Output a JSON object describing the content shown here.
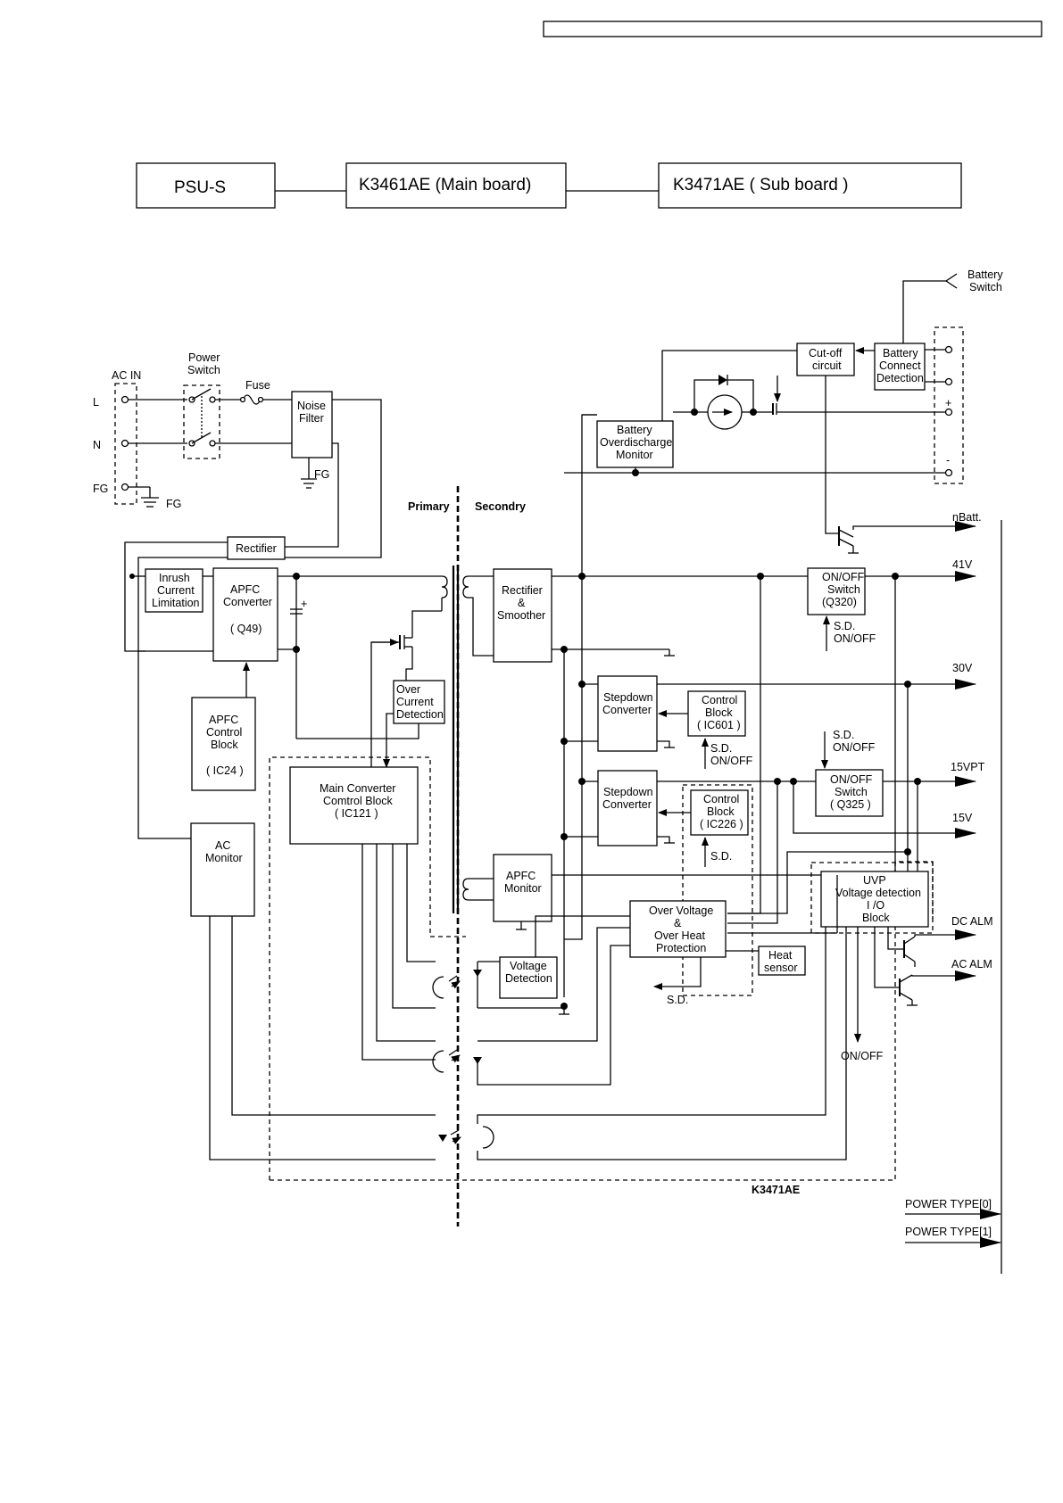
{
  "header": {
    "top_bar_text": "",
    "board_psu": "PSU-S",
    "board_main": "K3461AE (Main board)",
    "board_sub": "K3471AE ( Sub board )"
  },
  "labels": {
    "ac_in": "AC IN",
    "l": "L",
    "n": "N",
    "fg": "FG",
    "fg_ground": "FG",
    "fg_filter": "FG",
    "power_switch": [
      "Power",
      "Switch"
    ],
    "fuse": "Fuse",
    "noise_filter": [
      "Noise",
      "Filter"
    ],
    "rectifier_primary": "Rectifier",
    "inrush": [
      "Inrush",
      "Current",
      "Limitation"
    ],
    "apfc_converter": [
      "APFC",
      "Converter",
      "",
      "( Q49)"
    ],
    "apfc_control": [
      "APFC",
      "Control",
      "Block",
      "",
      "( IC24 )"
    ],
    "ac_monitor": [
      "AC",
      "Monitor"
    ],
    "over_current": [
      "Over",
      "Current",
      "Detection"
    ],
    "main_converter": [
      "Main Converter",
      "Comtrol Block",
      "( IC121 )"
    ],
    "primary": "Primary",
    "secondary": "Secondry",
    "rectifier_smoother": [
      "Rectifier",
      "&",
      "Smoother"
    ],
    "apfc_monitor": [
      "APFC",
      "Monitor"
    ],
    "battery_overdischarge": [
      "Battery",
      "Overdischarge",
      "Monitor"
    ],
    "cut_off": [
      "Cut-off",
      "circuit"
    ],
    "battery_connect": [
      "Battery",
      "Connect",
      "Detection"
    ],
    "battery_switch": [
      "Battery",
      "Switch"
    ],
    "plus": "+",
    "minus": "-",
    "stepdown1": [
      "Stepdown",
      "Converter"
    ],
    "control_ic601": [
      "Control",
      "Block",
      "( IC601 )"
    ],
    "stepdown2": [
      "Stepdown",
      "Converter"
    ],
    "control_ic226": [
      "Control",
      "Block",
      "( IC226 )"
    ],
    "onoff_q320": [
      "ON/OFF",
      "Switch",
      "(Q320)"
    ],
    "onoff_q325": [
      "ON/OFF",
      "Switch",
      "( Q325 )"
    ],
    "sd_onoff_a": [
      "S.D.",
      "ON/OFF"
    ],
    "sd_onoff_b": [
      "S.D.",
      "ON/OFF"
    ],
    "sd_onoff_c": [
      "S.D.",
      "ON/OFF"
    ],
    "sd_a": "S.D.",
    "sd_b": "S.D.",
    "over_voltage": [
      "Over Voltage",
      "&",
      "Over Heat",
      "Protection"
    ],
    "heat_sensor": [
      "Heat",
      "sensor"
    ],
    "voltage_detection": [
      "Voltage",
      "Detection"
    ],
    "uvp": [
      "UVP",
      "Voltage detection",
      "I /O",
      "Block"
    ],
    "on_off": "ON/OFF",
    "k3471ae": "K3471AE",
    "out_nbatt": "nBatt.",
    "out_41v": "41V",
    "out_30v": "30V",
    "out_15vpt": "15VPT",
    "out_15v": "15V",
    "out_dcalm": "DC ALM",
    "out_acalm": "AC ALM",
    "power_type0": "POWER TYPE[0]",
    "power_type1": "POWER TYPE[1]"
  }
}
